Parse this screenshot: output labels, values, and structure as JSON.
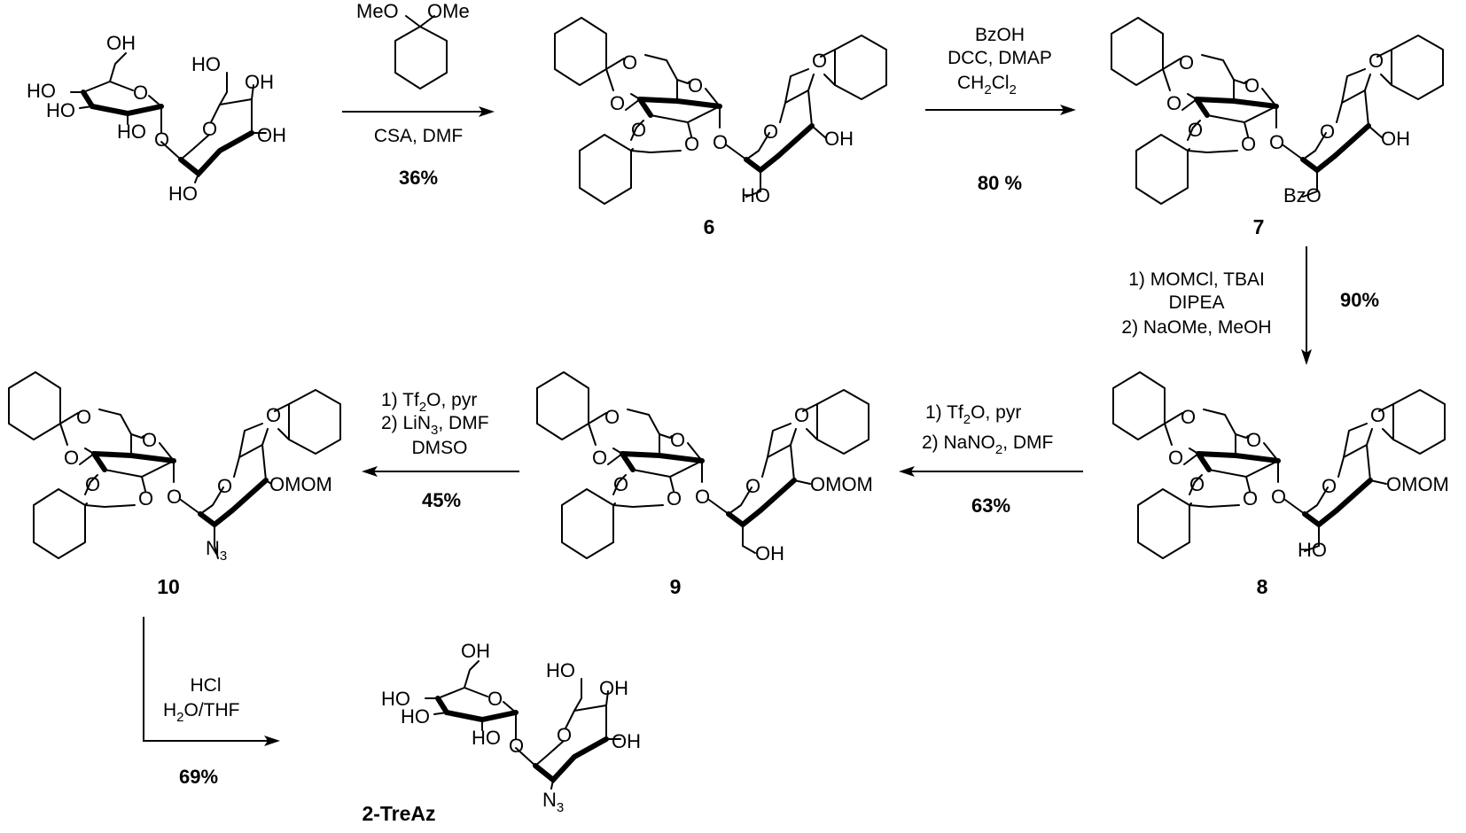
{
  "reagent_top": {
    "left_label": "MeO",
    "right_label": "OMe"
  },
  "steps": {
    "s1": {
      "conditions": [
        "CSA, DMF"
      ],
      "yield": "36%"
    },
    "s2": {
      "conditions": [
        "BzOH",
        "DCC, DMAP",
        "CH",
        "2",
        "Cl",
        "2"
      ],
      "yield": "80 %"
    },
    "s3": {
      "conditions": [
        "1) MOMCl, TBAI",
        "DIPEA",
        "2)  NaOMe, MeOH"
      ],
      "yield": "90%"
    },
    "s4": {
      "conditions": [
        "1) Tf",
        "2",
        "O, pyr",
        "2) NaNO",
        "2",
        ", DMF"
      ],
      "yield": "63%"
    },
    "s5": {
      "conditions": [
        "1) Tf",
        "2",
        "O, pyr",
        "2) LiN",
        "3",
        ", DMF",
        "DMSO"
      ],
      "yield": "45%"
    },
    "s6": {
      "conditions": [
        "HCl",
        "H",
        "2",
        "O/THF"
      ],
      "yield": "69%"
    }
  },
  "compounds": {
    "c6": {
      "label": "6"
    },
    "c7": {
      "label": "7"
    },
    "c8": {
      "label": "8"
    },
    "c9": {
      "label": "9"
    },
    "c10": {
      "label": "10"
    },
    "treaz": {
      "label": "2-TreAz"
    }
  },
  "atoms": {
    "oh": "OH",
    "ho": "HO",
    "o": "O",
    "omom": "OMOM",
    "bzo": "BzO",
    "n": "N",
    "n3_sub": "3"
  }
}
